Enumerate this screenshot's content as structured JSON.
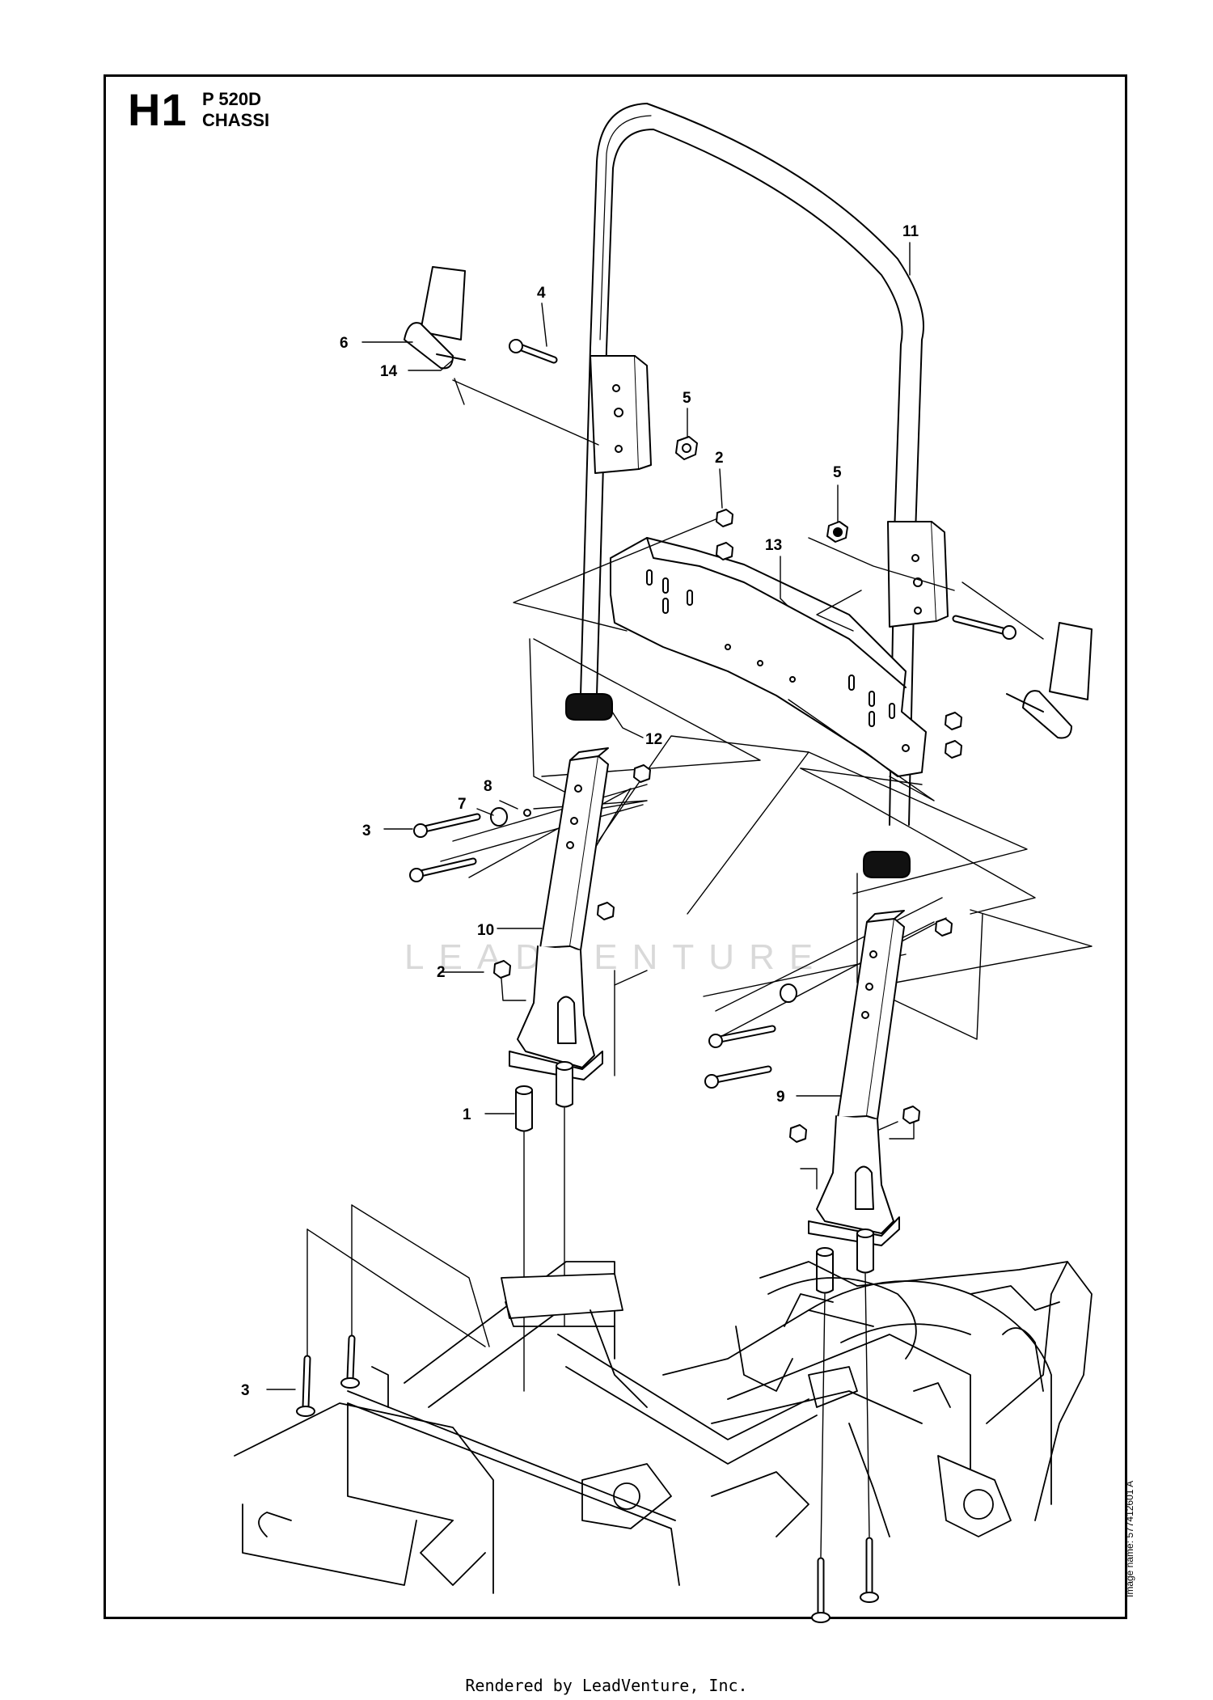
{
  "header": {
    "section_code": "H1",
    "model": "P 520D",
    "section_name": "CHASSI"
  },
  "watermark": "LEADVENTURE",
  "image_name": "Image name: 577412601 A",
  "footer": "Rendered by LeadVenture, Inc.",
  "callouts": [
    {
      "id": "c1",
      "label": "11"
    },
    {
      "id": "c2",
      "label": "4"
    },
    {
      "id": "c3",
      "label": "6"
    },
    {
      "id": "c4",
      "label": "14"
    },
    {
      "id": "c5",
      "label": "5"
    },
    {
      "id": "c6",
      "label": "2"
    },
    {
      "id": "c7",
      "label": "5"
    },
    {
      "id": "c8",
      "label": "13"
    },
    {
      "id": "c9",
      "label": "12"
    },
    {
      "id": "c10",
      "label": "8"
    },
    {
      "id": "c11",
      "label": "7"
    },
    {
      "id": "c12",
      "label": "3"
    },
    {
      "id": "c13",
      "label": "10"
    },
    {
      "id": "c14",
      "label": "2"
    },
    {
      "id": "c15",
      "label": "9"
    },
    {
      "id": "c16",
      "label": "1"
    },
    {
      "id": "c17",
      "label": "3"
    }
  ]
}
